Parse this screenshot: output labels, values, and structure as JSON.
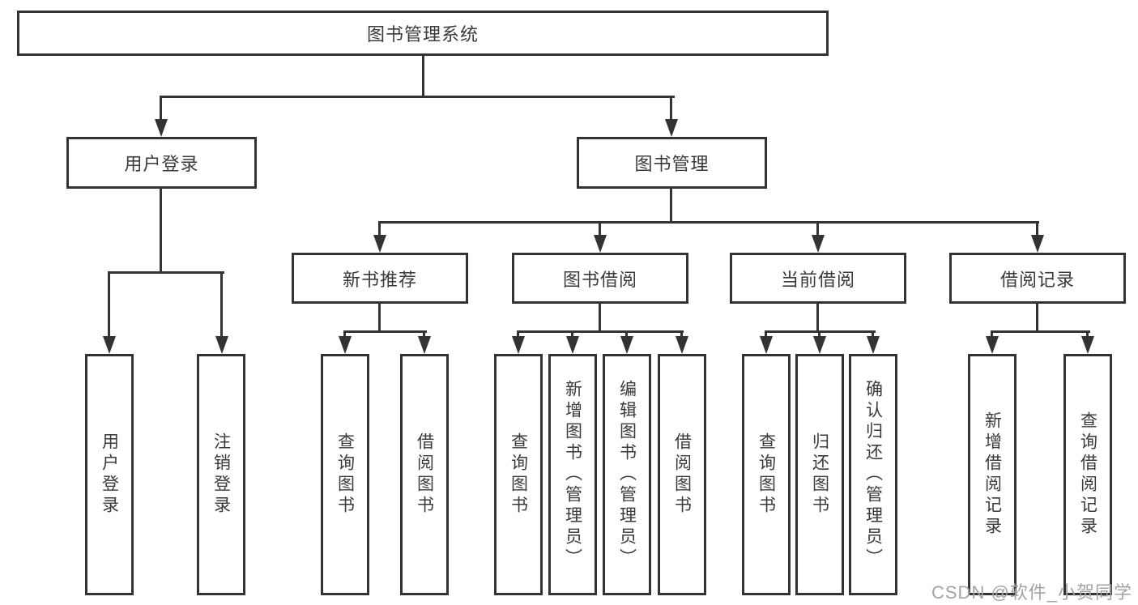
{
  "diagram": {
    "title": "图书管理系统",
    "nodes": {
      "root": "图书管理系统",
      "login": "用户登录",
      "manage": "图书管理",
      "l3": [
        "新书推荐",
        "图书借阅",
        "当前借阅",
        "借阅记录"
      ],
      "login_leaves": [
        "用户登录",
        "注销登录"
      ],
      "recommend_leaves": [
        "查询图书",
        "借阅图书"
      ],
      "borrow_leaves": [
        "查询图书",
        "新增图书（管理员）",
        "编辑图书（管理员）",
        "借阅图书"
      ],
      "current_leaves": [
        "查询图书",
        "归还图书",
        "确认归还（管理员）"
      ],
      "record_leaves": [
        "新增借阅记录",
        "查询借阅记录"
      ]
    },
    "colors": {
      "line": "#333333",
      "box_border": "#333333",
      "box_fill": "#ffffff",
      "text": "#3a3a3a",
      "watermark": "#a3a3a3"
    }
  },
  "watermark": "CSDN @软件_小贺同学"
}
